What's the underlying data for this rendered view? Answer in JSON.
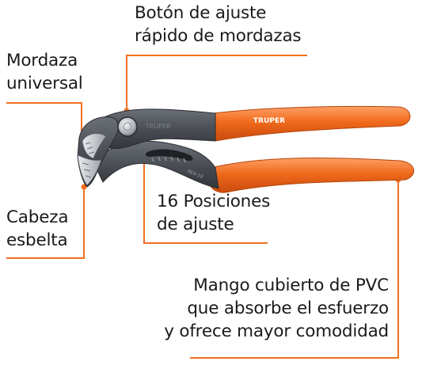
{
  "colors": {
    "accent": "#f37021",
    "handle": "#ef6a1e",
    "steel": "#4b4f55",
    "text": "#1a1a1a"
  },
  "labels": {
    "boton_line1": "Botón de ajuste",
    "boton_line2": "rápido de mordazas",
    "mordaza_line1": "Mordaza",
    "mordaza_line2": "universal",
    "posiciones_line1": "16 Posiciones",
    "posiciones_line2": "de ajuste",
    "cabeza_line1": "Cabeza",
    "cabeza_line2": "esbelta",
    "mango_line1": "Mango cubierto de PVC",
    "mango_line2": "que absorbe el esfuerzo",
    "mango_line3": "y ofrece mayor comodidad"
  },
  "tool_markings": {
    "brand_on_handle": "TRUPER",
    "brand_on_steel": "TRUPER",
    "model_on_steel": "PEX-10"
  }
}
